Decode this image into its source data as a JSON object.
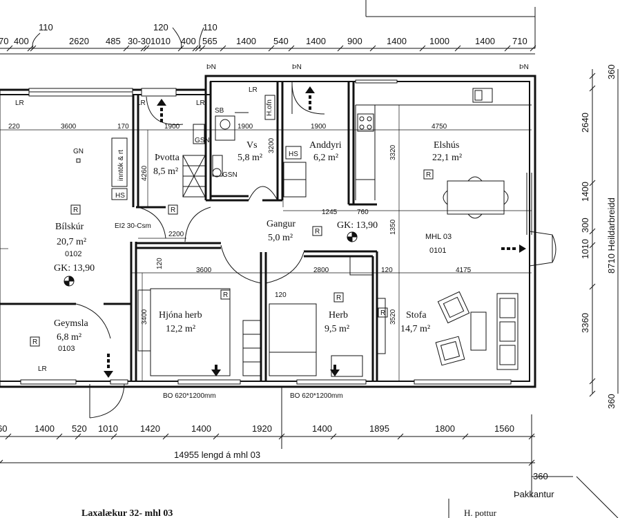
{
  "top_dims": [
    "70",
    "400",
    "110",
    "2620",
    "485",
    "30-30",
    "120",
    "1010",
    "400",
    "110",
    "565",
    "1400",
    "540",
    "1400",
    "900",
    "1400",
    "1000",
    "1400",
    "710"
  ],
  "bottom_dims": [
    "60",
    "1400",
    "520",
    "1010",
    "1420",
    "1400",
    "1920",
    "1400",
    "1895",
    "1800",
    "1560"
  ],
  "total_length": "14955 lengd á mhl 03",
  "right_dims": [
    "360",
    "2640",
    "1400",
    "300",
    "1010",
    "3360",
    "360"
  ],
  "total_width": "8710 Heildarbreidd",
  "roof_edge_dim": "360",
  "roof_edge_label": "Þakkantur",
  "title": "Laxalækur 32- mhl 03",
  "hot_tub": "H. pottur",
  "north_mark": "ÞN",
  "inner_dims": {
    "d220": "220",
    "d3600": "3600",
    "d170": "170",
    "d1900a": "1900",
    "d1900b": "1900",
    "d1900c": "1900",
    "d4750": "4750",
    "d3200": "3200",
    "d3320": "3320",
    "d4260": "4260",
    "d2200": "2200",
    "d1245": "1245",
    "d760": "760",
    "d1350": "1350",
    "d120a": "120",
    "d120b": "120",
    "d120c": "120",
    "d3600b": "3600",
    "d2800": "2800",
    "d4175": "4175",
    "d3400": "3400",
    "d3520": "3520"
  },
  "rooms": {
    "garage": {
      "name": "Bílskúr",
      "area": "20,7 m²",
      "code": "0102",
      "floor": "GK: 13,90"
    },
    "laundry": {
      "name": "Þvotta",
      "area": "8,5 m²"
    },
    "wc": {
      "name": "Vs",
      "area": "5,8 m²"
    },
    "entry": {
      "name": "Anddyri",
      "area": "6,2 m²"
    },
    "kitchen": {
      "name": "Elshús",
      "area": "22,1 m²"
    },
    "hall": {
      "name": "Gangur",
      "area": "5,0 m²",
      "floor": "GK: 13,90"
    },
    "unit": {
      "name": "MHL 03",
      "code": "0101"
    },
    "master": {
      "name": "Hjóna herb",
      "area": "12,2 m²"
    },
    "bedroom": {
      "name": "Herb",
      "area": "9,5 m²"
    },
    "living": {
      "name": "Stofa",
      "area": "14,7 m²"
    },
    "storage": {
      "name": "Geymsla",
      "area": "6,8 m²",
      "code": "0103"
    }
  },
  "labels": {
    "lr": "LR",
    "sb": "SB",
    "hofn": "H.ofn",
    "gsn": "GSN",
    "gn": "GN",
    "hs": "HS",
    "r": "R",
    "intake": "inntök & rt",
    "fire_door": "EI2 30-Csm",
    "window_spec": "BO 620*1200mm"
  }
}
